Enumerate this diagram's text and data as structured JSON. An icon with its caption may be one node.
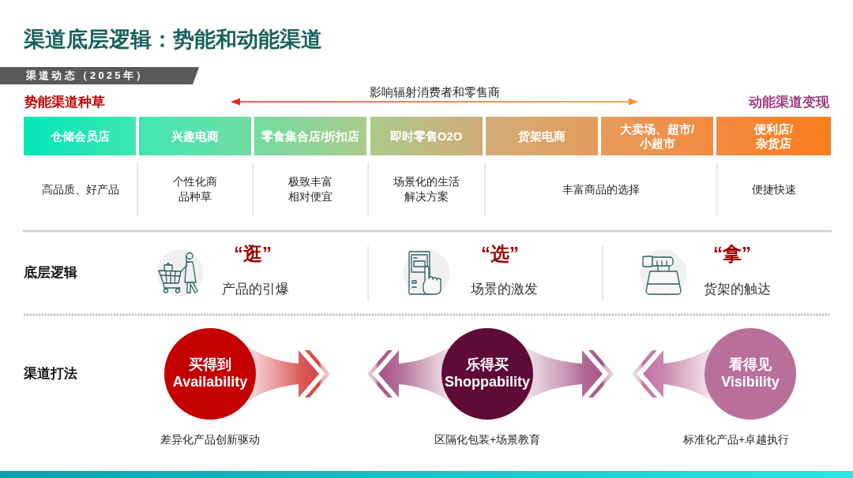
{
  "diagram": {
    "title": "渠道底层逻辑：势能和动能渠道",
    "nodes": [
      {
        "text": [
          "渠道动态（2025年）"
        ]
      },
      {
        "text": [
          "仓储会员店"
        ]
      },
      {
        "text": [
          "兴趣电商"
        ]
      },
      {
        "text": [
          "零食集合店/折扣店"
        ]
      },
      {
        "text": [
          "即时零售O2O"
        ]
      },
      {
        "text": [
          "货架电商"
        ]
      },
      {
        "text": [
          "大卖场、超市/小超市"
        ]
      },
      {
        "text": [
          "便利店/杂货店"
        ]
      },
      {
        "text": [
          "买得到",
          "Availability"
        ],
        "beside": [
          "差异化产品创新驱动"
        ]
      },
      {
        "text": [
          "乐得买",
          "Shoppability"
        ],
        "beside": [
          "区隔化包装+场景教育"
        ]
      },
      {
        "text": [
          "看得见",
          "Visibility"
        ],
        "beside": [
          "标准化产品+卓越执行"
        ]
      }
    ],
    "edges": [
      {
        "from": 8,
        "to": null,
        "arrow": "to",
        "color": "#d43c3c"
      },
      {
        "from": 9,
        "to": null,
        "arrow": "to"
      },
      {
        "from": 9,
        "to": null,
        "arrow": "to"
      },
      {
        "from": 10,
        "to": null,
        "arrow": "to",
        "color": "#bd6d9e"
      }
    ],
    "labels": [
      "势能渠道种草",
      "影响辐射消费者和零售商",
      "动能渠道变现",
      "高品质、好产品",
      "个性化商品种草",
      "极致丰富相对便宜",
      "场景化的生活解决方案",
      "丰富商品的选择",
      "便捷快速",
      "底层逻辑",
      "“逛”",
      "产品的引爆",
      "“选”",
      "场景的激发",
      "“拿”",
      "货架的触达",
      "渠道打法"
    ]
  }
}
